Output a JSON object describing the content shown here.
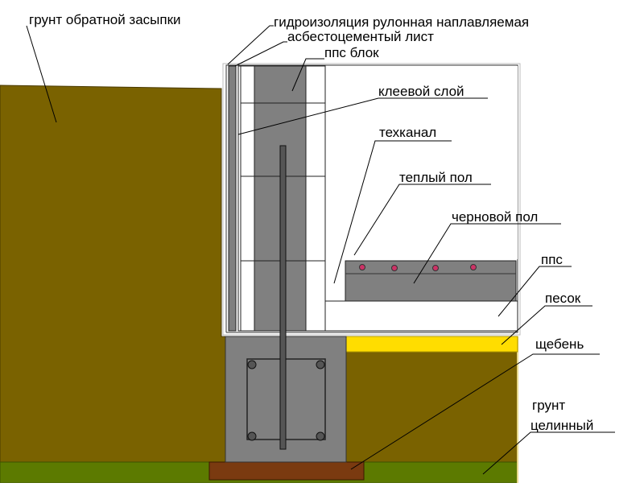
{
  "labels": {
    "backfill_soil": "грунт обратной засыпки",
    "waterproofing": "гидроизоляция рулонная наплавляемая",
    "asbestos_sheet": "асбестоцементый лист",
    "eps_block": "ппс блок",
    "glue_layer": "клеевой слой",
    "tech_channel": "техканал",
    "warm_floor": "теплый пол",
    "subfloor": "черновой пол",
    "eps": "ппс",
    "sand": "песок",
    "gravel": "щебень",
    "virgin_soil_line1": "грунт",
    "virgin_soil_line2": "целинный"
  },
  "colors": {
    "soil": "#7a6200",
    "virgin_soil": "#5c7a00",
    "sand": "#ffdd00",
    "concrete": "#808080",
    "footing_pad": "#7a3a10",
    "eps_white": "#ffffff",
    "heating_pipe": "#cc3366"
  }
}
